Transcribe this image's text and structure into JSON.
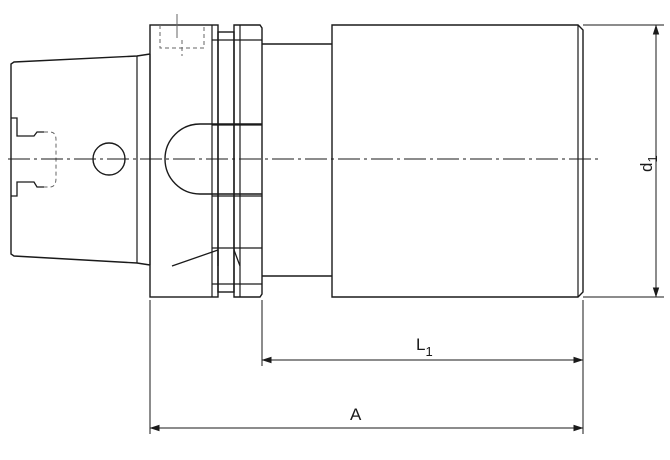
{
  "dimensions": {
    "d1": {
      "label": "d",
      "subscript": "1"
    },
    "L1": {
      "label": "L",
      "subscript": "1"
    },
    "A": {
      "label": "A"
    }
  },
  "colors": {
    "line": "#1a1a1a",
    "hidden_line": "#666666",
    "background": "#ffffff"
  }
}
